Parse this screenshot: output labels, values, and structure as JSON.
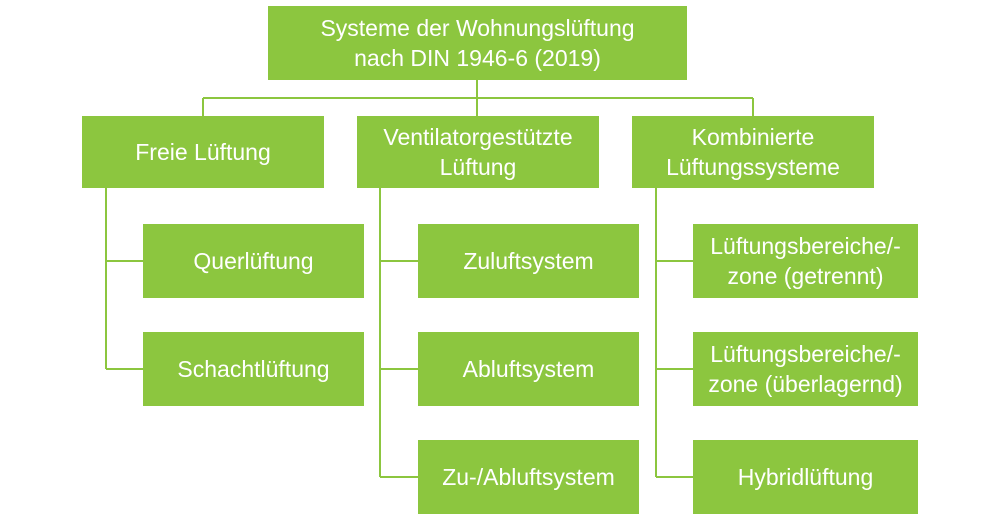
{
  "colors": {
    "box_fill": "#8cc63f",
    "text": "#ffffff",
    "connector": "#8cc63f",
    "background": "#ffffff"
  },
  "root": {
    "label": "Systeme der Wohnungslüftung\nnach DIN 1946-6 (2019)"
  },
  "categories": [
    {
      "label": "Freie Lüftung",
      "children": [
        "Querlüftung",
        "Schachtlüftung"
      ]
    },
    {
      "label": "Ventilatorgestützte\nLüftung",
      "children": [
        "Zuluftsystem",
        "Abluftsystem",
        "Zu-/Abluftsystem"
      ]
    },
    {
      "label": "Kombinierte\nLüftungssysteme",
      "children": [
        "Lüftungsbereiche/-\nzone (getrennt)",
        "Lüftungsbereiche/-\nzone (überlagernd)",
        "Hybridlüftung"
      ]
    }
  ]
}
